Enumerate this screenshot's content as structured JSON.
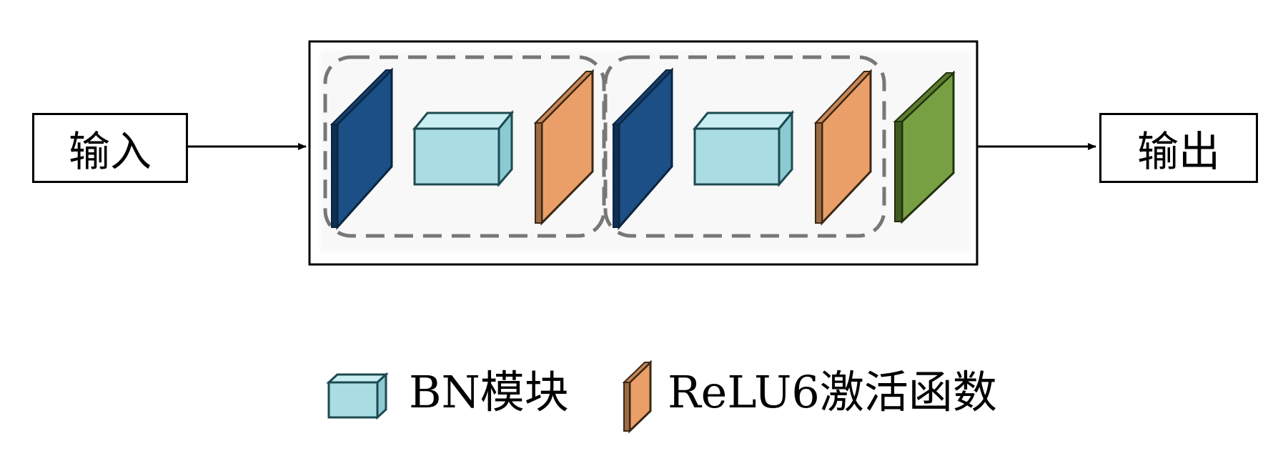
{
  "input": {
    "label": "输入"
  },
  "output": {
    "label": "输出"
  },
  "block": {
    "groups": [
      {
        "name": "group-1",
        "layers": [
          "conv",
          "bn",
          "relu6"
        ]
      },
      {
        "name": "group-2",
        "layers": [
          "conv",
          "bn",
          "relu6"
        ]
      }
    ],
    "final_layer": "output-conv"
  },
  "legend": {
    "bn_label": "BN模块",
    "relu_label": "ReLU6激活函数"
  },
  "colors": {
    "conv_front": "#1b4f85",
    "conv_side": "#0e2f55",
    "bn_front": "#a9dde3",
    "bn_top": "#c8eef1",
    "bn_side": "#8ccad2",
    "relu_front": "#eb9f68",
    "relu_side": "#9c6a44",
    "final_front": "#77a043",
    "final_side": "#3f5a1f",
    "dashed_group": "#777777"
  }
}
